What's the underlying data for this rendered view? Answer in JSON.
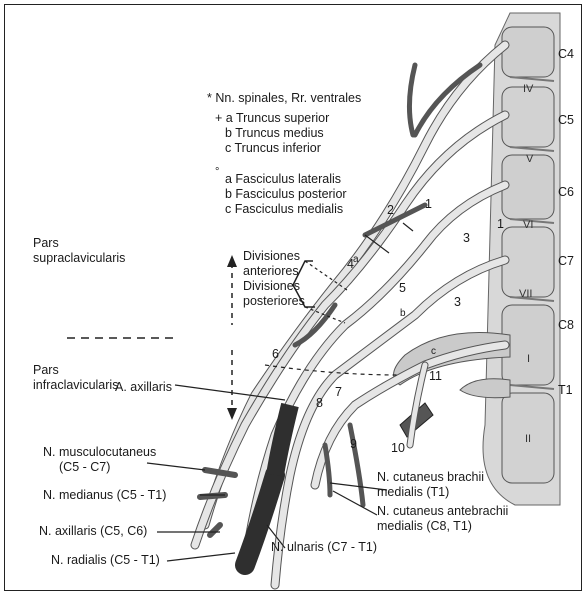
{
  "legend": {
    "spinal_roots": "* Nn. spinales, Rr. ventrales",
    "trunci_a": "+ a Truncus superior",
    "trunci_b": "b Truncus medius",
    "trunci_c": "c Truncus inferior",
    "fasc_mark": "°",
    "fasc_a": "a Fasciculus lateralis",
    "fasc_b": "b Fasciculus posterior",
    "fasc_c": "c Fasciculus medialis"
  },
  "regions": {
    "supra_1": "Pars",
    "supra_2": "supraclavicularis",
    "infra_1": "Pars",
    "infra_2": "infraclavicularis"
  },
  "divisions": {
    "ant_1": "Divisiones",
    "ant_2": "anteriores",
    "post_1": "Divisiones",
    "post_2": "posteriores"
  },
  "labels": {
    "axillaris_art": "A. axillaris",
    "musculocut_1": "N. musculocutaneus",
    "musculocut_2": "(C5 - C7)",
    "medianus": "N. medianus (C5 - T1)",
    "axillaris_n": "N. axillaris (C5, C6)",
    "radialis": "N. radialis (C5 - T1)",
    "ulnaris": "N. ulnaris (C7 - T1)",
    "cut_brachii_1": "N. cutaneus brachii",
    "cut_brachii_2": "medialis (T1)",
    "cut_antebrachii_1": "N. cutaneus antebrachii",
    "cut_antebrachii_2": "medialis (C8, T1)"
  },
  "spinal_levels": [
    "C4",
    "C5",
    "C6",
    "C7",
    "C8",
    "T1"
  ],
  "vertebrae": [
    "IV",
    "V",
    "VI",
    "VII",
    "I",
    "II"
  ],
  "numbers": [
    "1",
    "1",
    "2",
    "3",
    "3",
    "4",
    "5",
    "6",
    "7",
    "8",
    "9",
    "10",
    "11"
  ],
  "marks": {
    "a": "a",
    "b": "b",
    "c": "c"
  },
  "colors": {
    "nerve_fill": "#e6e6e6",
    "nerve_stroke": "#555555",
    "artery": "#3a3a3a",
    "bone": "#d4d4d4"
  }
}
